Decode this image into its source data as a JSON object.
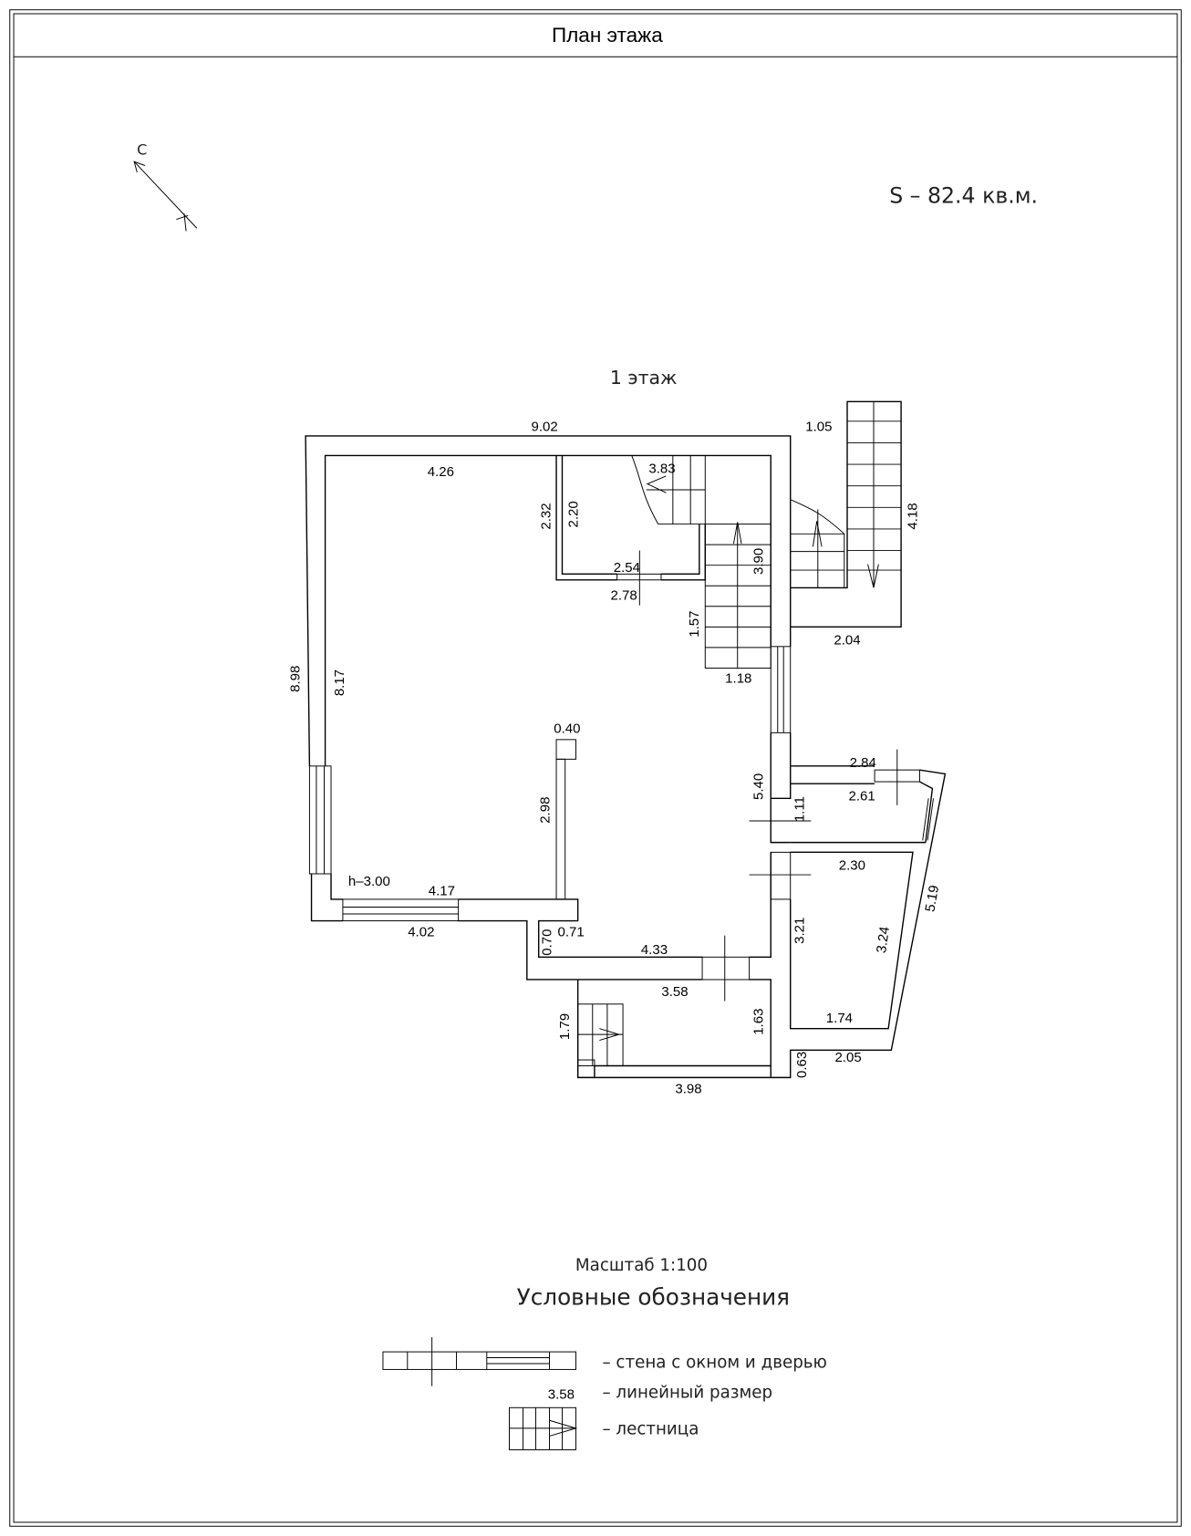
{
  "header": {
    "title": "План этажа"
  },
  "compass": {
    "north_label": "С"
  },
  "area": "S – 82.4 кв.м.",
  "floor_label": "1 этаж",
  "dimensions": {
    "d902": "9.02",
    "d105": "1.05",
    "d426": "4.26",
    "d383": "3.83",
    "d232": "2.32",
    "d220": "2.20",
    "d254": "2.54",
    "d278": "2.78",
    "d390": "3.90",
    "d418": "4.18",
    "d157": "1.57",
    "d204": "2.04",
    "d118": "1.18",
    "d898": "8.98",
    "d817": "8.17",
    "d040": "0.40",
    "d298": "2.98",
    "d540": "5.40",
    "d111": "1.11",
    "d284": "2.84",
    "d261": "2.61",
    "d230": "2.30",
    "d519": "5.19",
    "d321": "3.21",
    "d324": "3.24",
    "height": "h–3.00",
    "d417": "4.17",
    "d402": "4.02",
    "d070": "0.70",
    "d071": "0.71",
    "d433": "4.33",
    "d358": "3.58",
    "d179": "1.79",
    "d163": "1.63",
    "d174": "1.74",
    "d063": "0.63",
    "d205": "2.05",
    "d398": "3.98"
  },
  "scale": "Масштаб 1:100",
  "legend": {
    "title": "Условные обозначения",
    "items": [
      {
        "icon": "wall-window-door-icon",
        "label": "– стена с окном и дверью"
      },
      {
        "icon": "linear-dimension",
        "sample": "3.58",
        "label": "– линейный размер"
      },
      {
        "icon": "stair-icon",
        "label": "– лестница"
      }
    ]
  }
}
